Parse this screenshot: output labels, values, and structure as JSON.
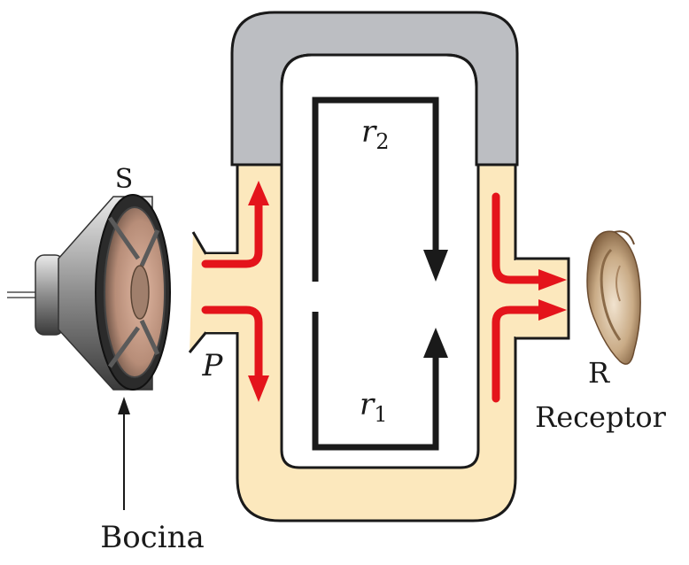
{
  "labels": {
    "source_letter": "S",
    "point_letter": "P",
    "receiver_letter": "R",
    "receiver_word": "Receptor",
    "speaker_word": "Bocina",
    "r1_base": "r",
    "r1_sub": "1",
    "r2_base": "r",
    "r2_sub": "2"
  },
  "colors": {
    "tube_fill": "#fce8bd",
    "sliding_tube_fill": "#bcbec2",
    "outline": "#1a1a1a",
    "arrow_red": "#e4141b",
    "path_black": "#1a1a1a"
  },
  "icons": {
    "speaker": "loudspeaker-icon",
    "ear": "ear-icon"
  }
}
